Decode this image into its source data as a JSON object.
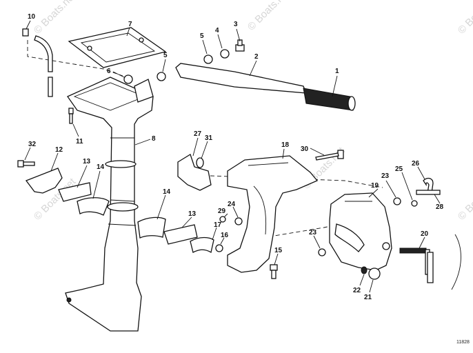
{
  "watermark": {
    "text": "© Boats.net"
  },
  "drawing_code": "11828",
  "callouts": [
    {
      "id": "c1",
      "text": "1"
    },
    {
      "id": "c2",
      "text": "2"
    },
    {
      "id": "c3",
      "text": "3"
    },
    {
      "id": "c4",
      "text": "4"
    },
    {
      "id": "c5a",
      "text": "5"
    },
    {
      "id": "c5b",
      "text": "5"
    },
    {
      "id": "c6",
      "text": "6"
    },
    {
      "id": "c7",
      "text": "7"
    },
    {
      "id": "c8",
      "text": "8"
    },
    {
      "id": "c10",
      "text": "10"
    },
    {
      "id": "c11",
      "text": "11"
    },
    {
      "id": "c12",
      "text": "12"
    },
    {
      "id": "c13a",
      "text": "13"
    },
    {
      "id": "c13b",
      "text": "13"
    },
    {
      "id": "c14a",
      "text": "14"
    },
    {
      "id": "c14b",
      "text": "14"
    },
    {
      "id": "c15",
      "text": "15"
    },
    {
      "id": "c16",
      "text": "16"
    },
    {
      "id": "c17",
      "text": "17"
    },
    {
      "id": "c18",
      "text": "18"
    },
    {
      "id": "c19",
      "text": "19"
    },
    {
      "id": "c20",
      "text": "20"
    },
    {
      "id": "c21",
      "text": "21"
    },
    {
      "id": "c22",
      "text": "22"
    },
    {
      "id": "c23a",
      "text": "23"
    },
    {
      "id": "c23b",
      "text": "23"
    },
    {
      "id": "c24",
      "text": "24"
    },
    {
      "id": "c25",
      "text": "25"
    },
    {
      "id": "c26",
      "text": "26"
    },
    {
      "id": "c27",
      "text": "27"
    },
    {
      "id": "c28",
      "text": "28"
    },
    {
      "id": "c29",
      "text": "29"
    },
    {
      "id": "c30",
      "text": "30"
    },
    {
      "id": "c31",
      "text": "31"
    },
    {
      "id": "c32",
      "text": "32"
    }
  ]
}
